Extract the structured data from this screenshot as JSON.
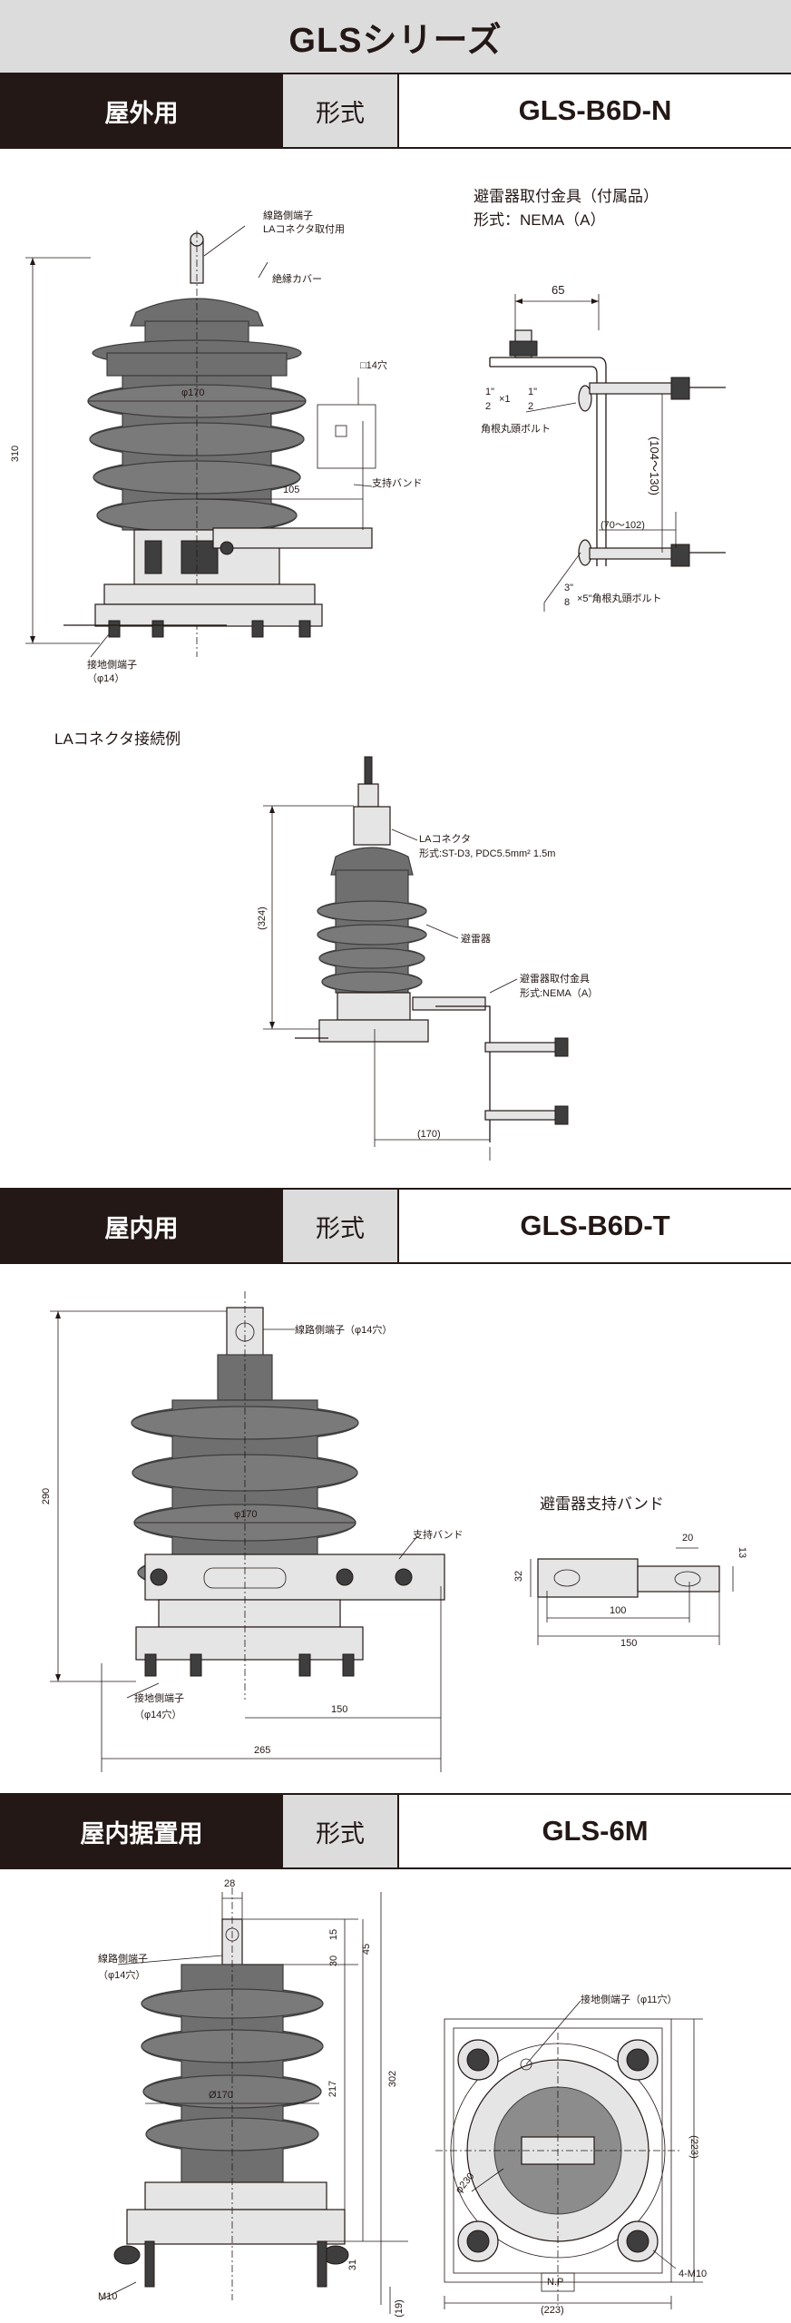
{
  "series_title": "GLSシリーズ",
  "sections": {
    "outdoor": {
      "use": "屋外用",
      "type_label": "形式",
      "model": "GLS-B6D-N",
      "bracket_title": "避雷器取付金具（付属品）",
      "bracket_type": "形式：NEMA（A）",
      "labels": {
        "line_terminal": "線路側端子",
        "la_connector_mount": "LAコネクタ取付用",
        "insulating_cover": "絶縁カバー",
        "hole14": "□14穴",
        "phi170": "φ170",
        "support_band": "支持バンド",
        "dim105": "105",
        "dim310": "310",
        "ground_terminal": "接地側端子",
        "phi14": "（φ14）",
        "dim65": "65",
        "bolt_frac_a": "1\"",
        "bolt_frac_b": "2",
        "bolt_x": "×1",
        "bolt_frac_c": "1\"",
        "bolt_frac_d": "2",
        "square_bolt": "角根丸頭ボルト",
        "dim104_130": "(104〜130)",
        "dim70_102": "(70〜102)",
        "bolt2_frac_a": "3\"",
        "bolt2_frac_b": "8",
        "bolt2_rest": "×5\"角根丸頭ボルト"
      },
      "example_title": "LAコネクタ接続例",
      "example_labels": {
        "la_connector": "LAコネクタ",
        "la_connector_type": "形式:ST-D3, PDC5.5mm² 1.5m",
        "arrester": "避雷器",
        "bracket": "避雷器取付金具",
        "bracket_type": "形式:NEMA（A）",
        "dim324": "(324)",
        "dim170": "(170)"
      }
    },
    "indoor": {
      "use": "屋内用",
      "type_label": "形式",
      "model": "GLS-B6D-T",
      "labels": {
        "line_terminal": "線路側端子（φ14穴）",
        "support_band": "支持バンド",
        "phi170": "φ170",
        "dim290": "290",
        "ground_terminal": "接地側端子",
        "phi14": "（φ14穴）",
        "dim150": "150",
        "dim265": "265"
      },
      "band_title": "避雷器支持バンド",
      "band_labels": {
        "dim20": "20",
        "dim13": "13",
        "dim32": "32",
        "dim100": "100",
        "dim150": "150"
      }
    },
    "indoor_standing": {
      "use": "屋内据置用",
      "type_label": "形式",
      "model": "GLS-6M",
      "labels": {
        "dim28": "28",
        "dim15": "15",
        "dim30": "30",
        "dim45": "45",
        "line_terminal": "線路側端子",
        "phi14": "（φ14穴）",
        "phi170": "Ø170",
        "dim217": "217",
        "dim302": "302",
        "dim31": "31",
        "dim19": "(19)",
        "m10": "M10",
        "ground_terminal": "接地側端子（φ11穴）",
        "phi230": "φ230",
        "np": "N.P",
        "dim223h": "(223)",
        "dim223v": "(223)",
        "m10x4": "4-M10"
      }
    }
  },
  "colors": {
    "ink": "#231815",
    "header_gray": "#dcdcdc",
    "insulator": "#6f6f6f",
    "metal": "#e5e5e5"
  }
}
